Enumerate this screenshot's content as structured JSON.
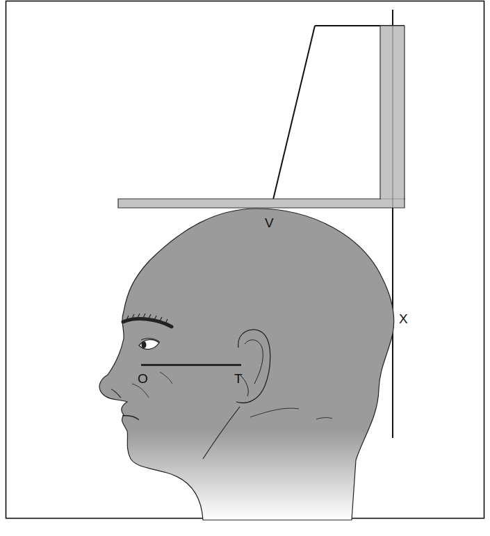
{
  "diagram": {
    "labels": [
      "V",
      "X",
      "O",
      "T"
    ]
  }
}
